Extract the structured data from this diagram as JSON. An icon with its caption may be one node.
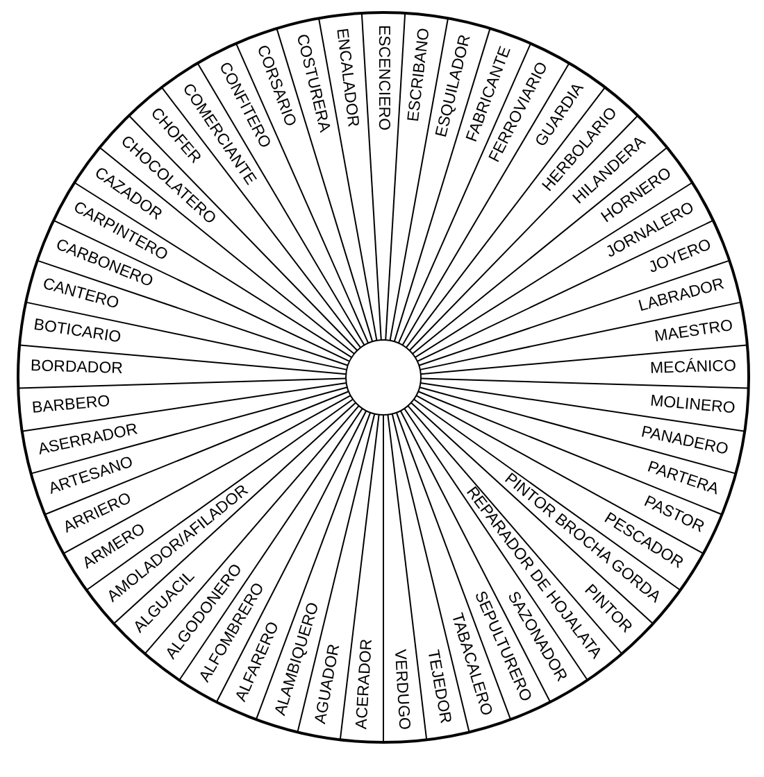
{
  "diagram": {
    "nodes": [
      {
        "text": [
          "ACERADOR"
        ]
      },
      {
        "text": [
          "AGUADOR"
        ]
      },
      {
        "text": [
          "ALAMBIQUERO"
        ]
      },
      {
        "text": [
          "ALFARERO"
        ]
      },
      {
        "text": [
          "ALFOMBRERO"
        ]
      },
      {
        "text": [
          "ALGODONERO"
        ]
      },
      {
        "text": [
          "ALGUACIL"
        ]
      },
      {
        "text": [
          "AMOLADOR/AFILADOR"
        ]
      },
      {
        "text": [
          "ARMERO"
        ]
      },
      {
        "text": [
          "ARRIERO"
        ]
      },
      {
        "text": [
          "ARTESANO"
        ]
      },
      {
        "text": [
          "ASERRADOR"
        ]
      },
      {
        "text": [
          "BARBERO"
        ]
      },
      {
        "text": [
          "BORDADOR"
        ]
      },
      {
        "text": [
          "BOTICARIO"
        ]
      },
      {
        "text": [
          "CANTERO"
        ]
      },
      {
        "text": [
          "CARBONERO"
        ]
      },
      {
        "text": [
          "CARPINTERO"
        ]
      },
      {
        "text": [
          "CAZADOR"
        ]
      },
      {
        "text": [
          "CHOCOLATERO"
        ]
      },
      {
        "text": [
          "CHOFER"
        ]
      },
      {
        "text": [
          "COMERCIANTE"
        ]
      },
      {
        "text": [
          "CONFITERO"
        ]
      },
      {
        "text": [
          "CORSARIO"
        ]
      },
      {
        "text": [
          "COSTURERA"
        ]
      },
      {
        "text": [
          "ENCALADOR"
        ]
      },
      {
        "text": [
          "ESCENCIERO"
        ]
      },
      {
        "text": [
          "ESCRIBANO"
        ]
      },
      {
        "text": [
          "ESQUILADOR"
        ]
      },
      {
        "text": [
          "FABRICANTE"
        ]
      },
      {
        "text": [
          "FERROVIARIO"
        ]
      },
      {
        "text": [
          "GUARDIA"
        ]
      },
      {
        "text": [
          "HERBOLARIO"
        ]
      },
      {
        "text": [
          "HILANDERA"
        ]
      },
      {
        "text": [
          "HORNERO"
        ]
      },
      {
        "text": [
          "JORNALERO"
        ]
      },
      {
        "text": [
          "JOYERO"
        ]
      },
      {
        "text": [
          "LABRADOR"
        ]
      },
      {
        "text": [
          "MAESTRO"
        ]
      },
      {
        "text": [
          "MECÁNICO"
        ]
      },
      {
        "text": [
          "MOLINERO"
        ]
      },
      {
        "text": [
          "PANADERO"
        ]
      },
      {
        "text": [
          "PARTERA"
        ]
      },
      {
        "text": [
          "PASTOR"
        ]
      },
      {
        "text": [
          "PESCADOR"
        ]
      },
      {
        "text": [
          "PINTOR BROCHA GORDA"
        ]
      },
      {
        "text": [
          "PINTOR"
        ]
      },
      {
        "text": [
          "REPARADOR DE HOJALATA"
        ]
      },
      {
        "text": [
          "SAZONADOR"
        ]
      },
      {
        "text": [
          "SEPULTURERO"
        ]
      },
      {
        "text": [
          "TABACALERO"
        ]
      },
      {
        "text": [
          "TEJEDOR"
        ]
      },
      {
        "text": [
          "VERDUGO"
        ]
      }
    ]
  }
}
